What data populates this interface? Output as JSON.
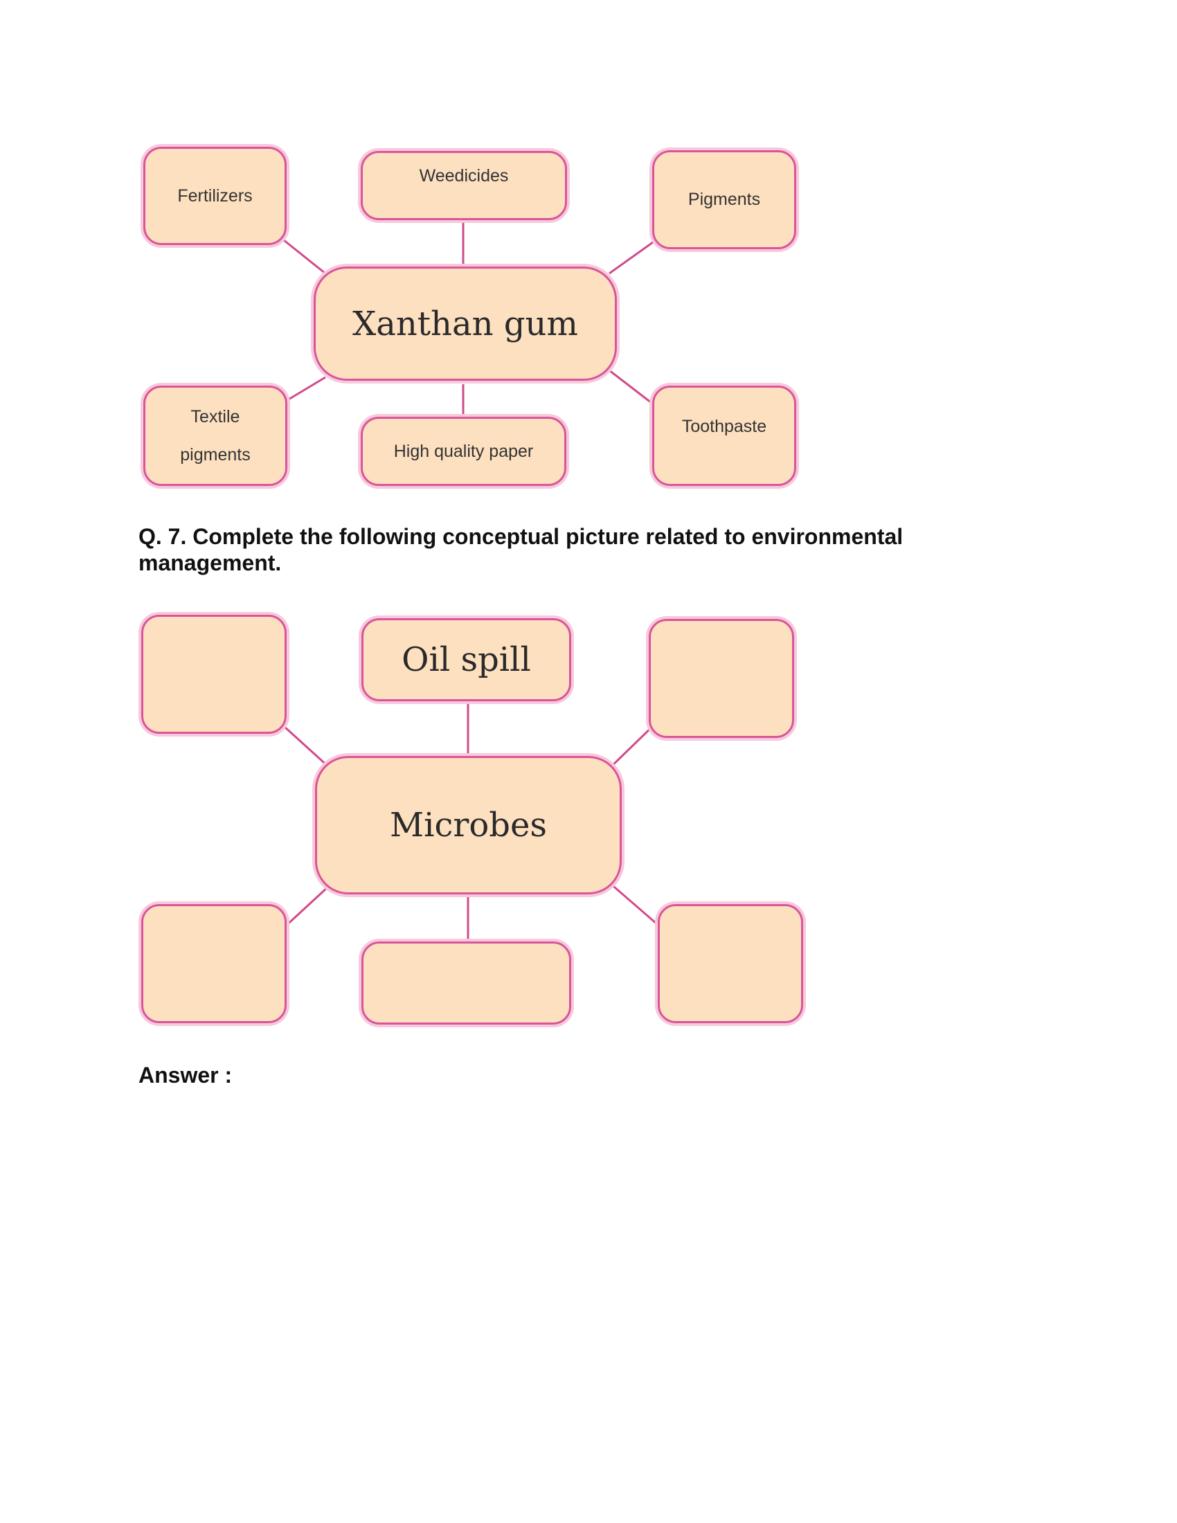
{
  "diagram1": {
    "center": "Xanthan gum",
    "nodes": {
      "top_left": "Fertilizers",
      "top_center": "Weedicides",
      "top_right": "Pigments",
      "bottom_left_line1": "Textile",
      "bottom_left_line2": "pigments",
      "bottom_center": "High quality paper",
      "bottom_right": "Toothpaste"
    }
  },
  "question": {
    "text": "Q. 7. Complete the following conceptual picture related to environmental management."
  },
  "diagram2": {
    "center": "Microbes",
    "nodes": {
      "top_left": "",
      "top_center": "Oil spill",
      "top_right": "",
      "bottom_left": "",
      "bottom_center": "",
      "bottom_right": ""
    }
  },
  "answer": {
    "label": "Answer :"
  },
  "colors": {
    "node_fill": "#fde0c0",
    "node_border": "#d9559a",
    "connector": "#d24a8c"
  }
}
